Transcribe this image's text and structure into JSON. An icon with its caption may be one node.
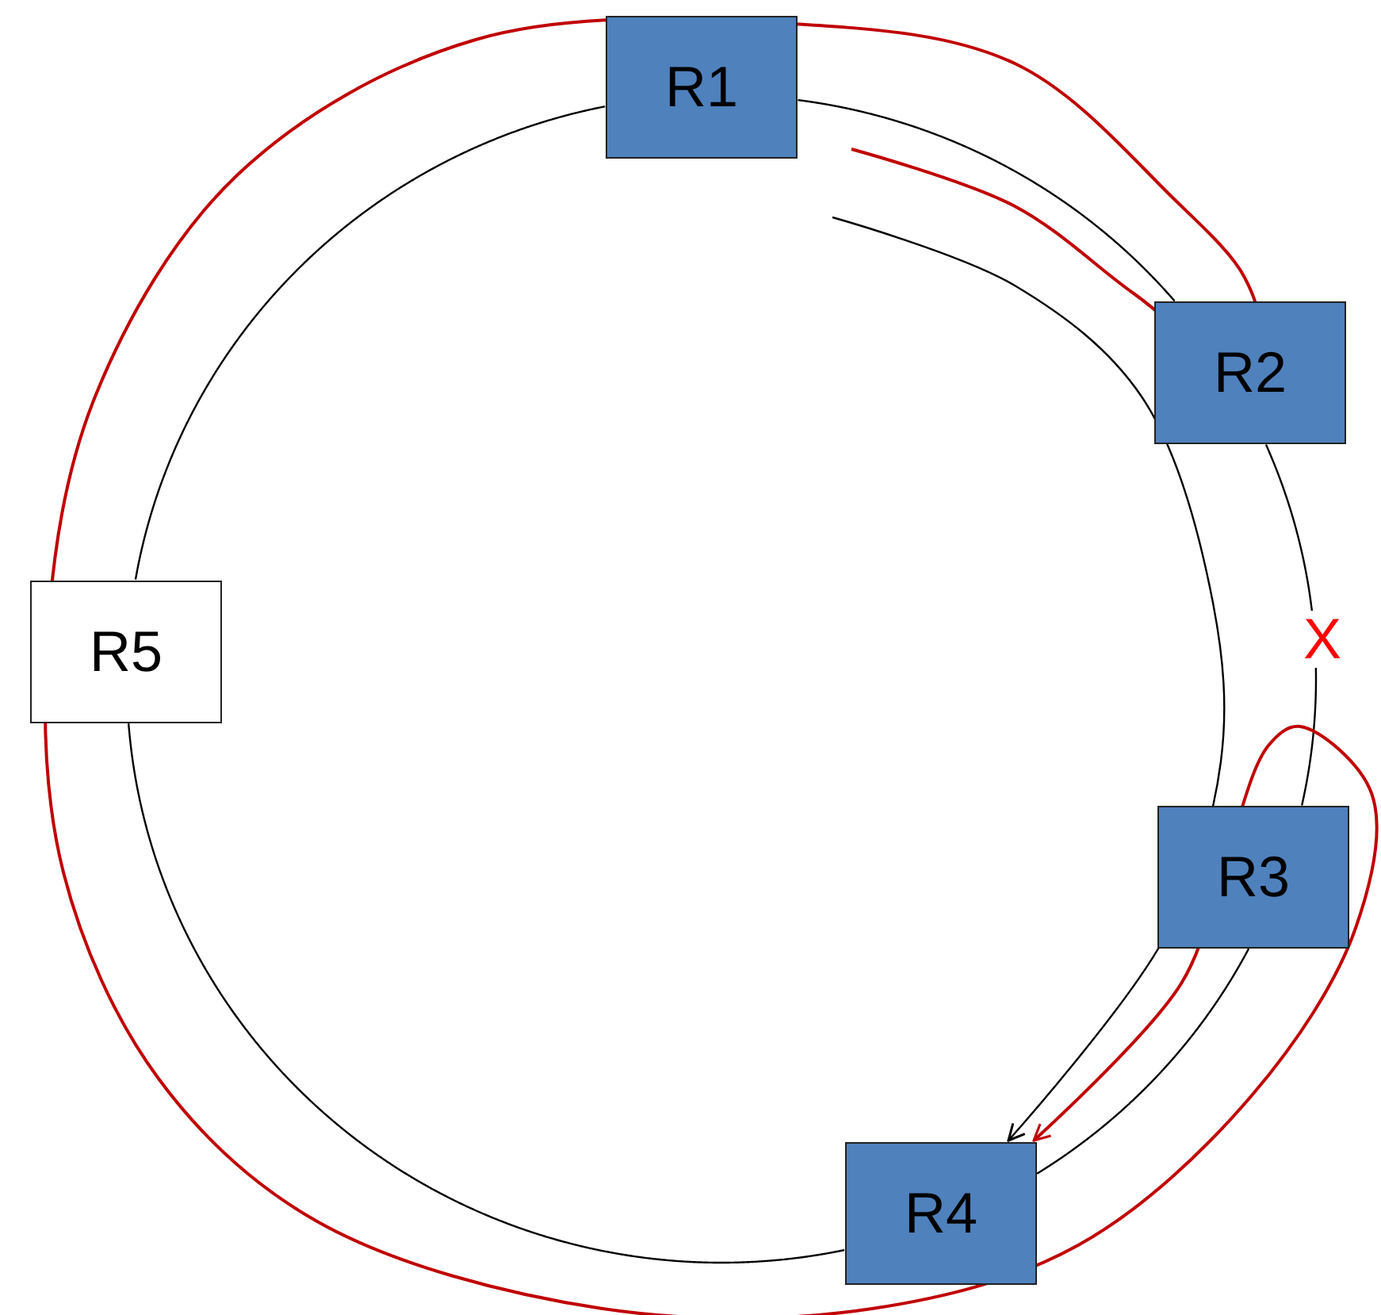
{
  "diagram": {
    "nodes": [
      {
        "text": [
          "R1"
        ]
      },
      {
        "text": [
          "R2"
        ]
      },
      {
        "text": [
          "R5"
        ]
      },
      {
        "text": [
          "R3"
        ]
      },
      {
        "text": [
          "R4"
        ]
      }
    ],
    "edges": [
      {
        "from": 0,
        "to": 1,
        "arrow": "none"
      },
      {
        "from": 1,
        "to": 3,
        "arrow": "none"
      },
      {
        "from": 3,
        "to": 4,
        "arrow": "none"
      },
      {
        "from": 4,
        "to": 2,
        "arrow": "none"
      },
      {
        "from": 2,
        "to": 0,
        "arrow": "none"
      },
      {
        "from": null,
        "to": 4,
        "arrow": "to"
      },
      {
        "from": null,
        "to": 4,
        "arrow": "to",
        "color": "#c00000"
      }
    ],
    "labels": [
      "X"
    ]
  }
}
